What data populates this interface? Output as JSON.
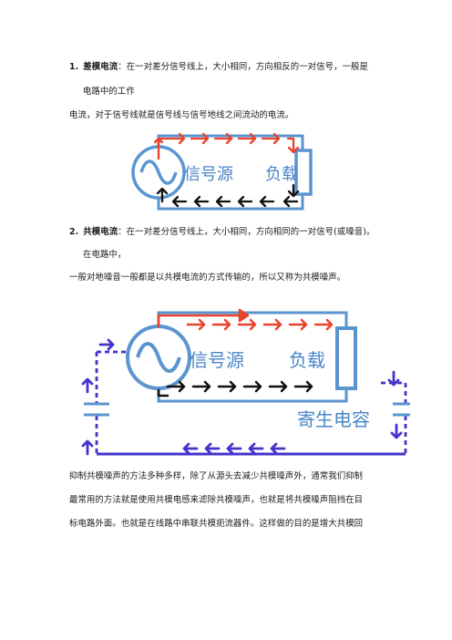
{
  "section1": {
    "number": "1.",
    "term": "差模电流",
    "colon": "：",
    "definition": "在一对差分信号线上，大小相同，方向相反的一对信号，一般是",
    "definition_cont": "电路中的工作",
    "explanation": "电流，对于信号线就是信号线与信号地线之间流动的电流。"
  },
  "diagram1": {
    "source_label": "信号源",
    "load_label": "负载"
  },
  "section2": {
    "number": "2.",
    "term": "共模电流",
    "colon": "：",
    "definition": "在一对差分信号线上，大小相同，方向相同的一对信号(或噪音)。",
    "definition_cont": "在电路中，",
    "explanation": "一般对地噪音一般都是以共模电流的方式传输的，所以又称为共模噪声。"
  },
  "diagram2": {
    "source_label": "信号源",
    "load_label": "负载",
    "parasitic_label": "寄生电容"
  },
  "paragraph": {
    "lines": [
      "抑制共模噪声的方法多种多样，除了从源头去减少共模噪声外，通常我们抑制",
      "最常用的方法就是使用共模电感来滤除共模噪声，也就是将共模噪声阻挡在目",
      "标电路外面。也就是在线路中串联共模扼流器件。这样做的目的是增大共模回"
    ]
  },
  "colors": {
    "red": "#e8432c",
    "black": "#111111",
    "blue_component": "#5b95cf",
    "blue_dashed": "#4433cc",
    "label_blue": "#4a86c8"
  }
}
